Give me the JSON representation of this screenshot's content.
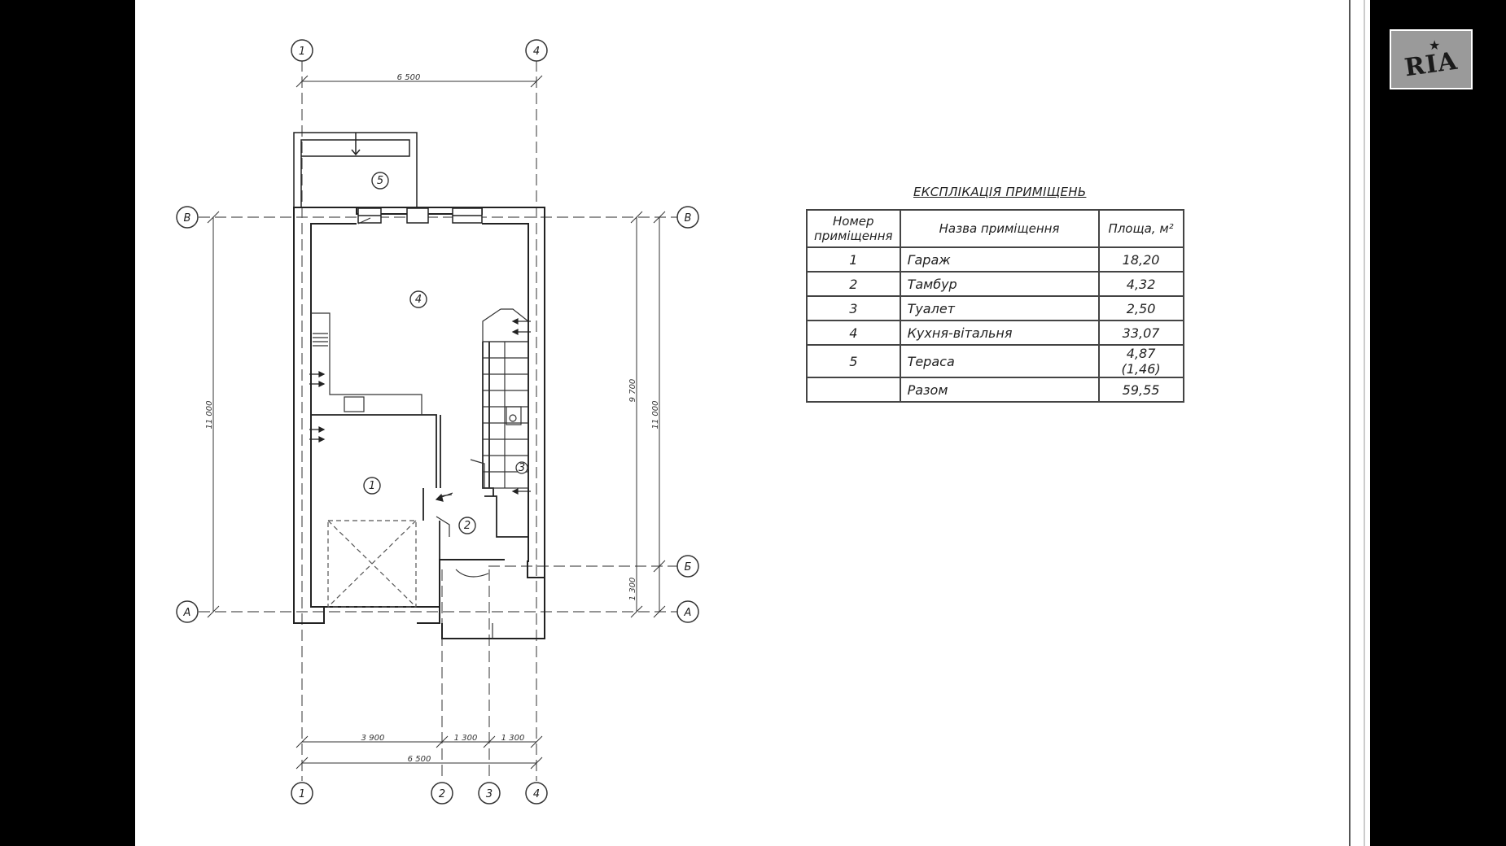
{
  "plan": {
    "grid_axes": {
      "top": [
        "1",
        "4"
      ],
      "bottom": [
        "1",
        "2",
        "3",
        "4"
      ],
      "left": [
        "В",
        "А"
      ],
      "right": [
        "В",
        "Б",
        "А"
      ]
    },
    "room_markers": [
      "1",
      "2",
      "3",
      "4",
      "5"
    ],
    "dimensions": {
      "top_total": "6 500",
      "bottom_segments": [
        "3 900",
        "1 300",
        "1 300"
      ],
      "bottom_total": "6 500",
      "left_total": "11 000",
      "right_total": "11 000",
      "right_segment_upper": "9 700",
      "right_segment_lower": "1 300"
    }
  },
  "explication": {
    "title": "ЕКСПЛІКАЦІЯ ПРИМІЩЕНЬ",
    "headers": {
      "number": "Номер приміщення",
      "name": "Назва приміщення",
      "area": "Площа, м²"
    },
    "rows": [
      {
        "number": "1",
        "name": "Гараж",
        "area": "18,20"
      },
      {
        "number": "2",
        "name": "Тамбур",
        "area": "4,32"
      },
      {
        "number": "3",
        "name": "Туалет",
        "area": "2,50"
      },
      {
        "number": "4",
        "name": "Кухня-вітальня",
        "area": "33,07"
      },
      {
        "number": "5",
        "name": "Тераса",
        "area": "4,87 (1,46)"
      }
    ],
    "total": {
      "number": "",
      "name": "Разом",
      "area": "59,55"
    }
  },
  "watermark": {
    "text": "RIA"
  }
}
